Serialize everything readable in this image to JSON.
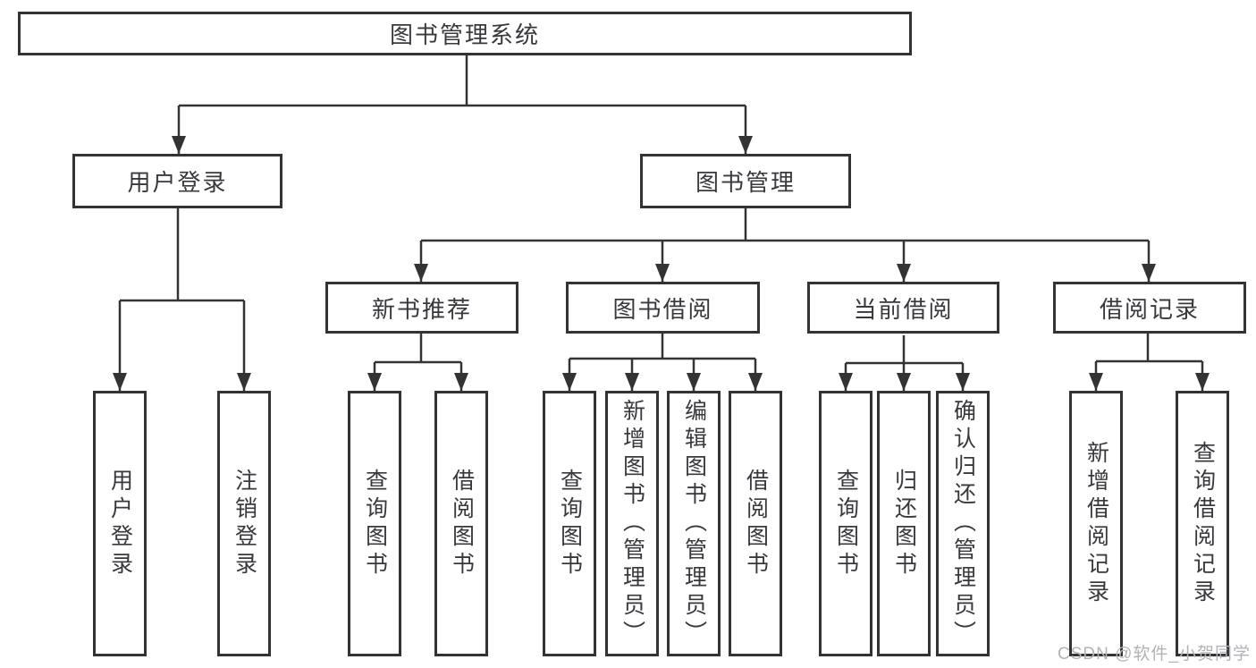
{
  "tree": {
    "root": {
      "label": "图书管理系统"
    },
    "branches": [
      {
        "label": "用户登录",
        "children": [
          {
            "label": "用户登录"
          },
          {
            "label": "注销登录"
          }
        ]
      },
      {
        "label": "图书管理",
        "groups": [
          {
            "label": "新书推荐",
            "children": [
              {
                "label": "查询图书"
              },
              {
                "label": "借阅图书"
              }
            ]
          },
          {
            "label": "图书借阅",
            "children": [
              {
                "label": "查询图书"
              },
              {
                "label": "新增图书（管理员）"
              },
              {
                "label": "编辑图书（管理员）"
              },
              {
                "label": "借阅图书"
              }
            ]
          },
          {
            "label": "当前借阅",
            "children": [
              {
                "label": "查询图书"
              },
              {
                "label": "归还图书"
              },
              {
                "label": "确认归还（管理员）"
              }
            ]
          },
          {
            "label": "借阅记录",
            "children": [
              {
                "label": "新增借阅记录"
              },
              {
                "label": "查询借阅记录"
              }
            ]
          }
        ]
      }
    ]
  },
  "watermark": {
    "text": "CSDN @软件_小贺同学",
    "color": "#b3b3b7"
  },
  "colors": {
    "line": "#333333",
    "text": "#38383d",
    "background": "#ffffff",
    "box_fill": "#ffffff"
  }
}
